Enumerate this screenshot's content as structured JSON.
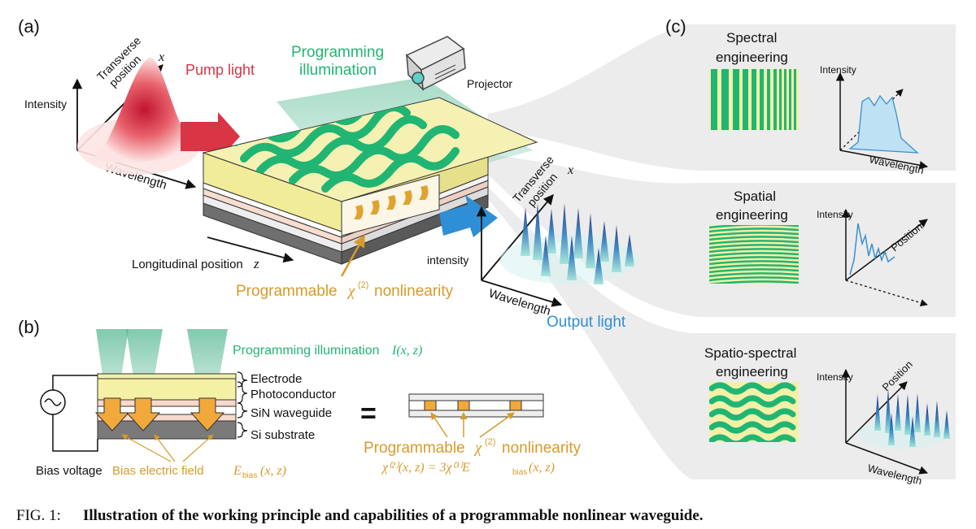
{
  "panel_a": {
    "tag": "(a)",
    "pump_axes": {
      "y_label": "Intensity",
      "x_label": "Wavelength",
      "z_label_1": "Transverse",
      "z_label_2": "position",
      "z_var": "x"
    },
    "pump_light": "Pump light",
    "programming_illumination_1": "Programming",
    "programming_illumination_2": "illumination",
    "projector": "Projector",
    "longitudinal": "Longitudinal position",
    "longitudinal_var": "z",
    "programmable": "Programmable",
    "chi2": "χ",
    "chi2_sup": "(2)",
    "nonlinearity": "nonlinearity",
    "output_axes": {
      "y_label": "intensity",
      "x_label": "Wavelength",
      "z_label_1": "Transverse",
      "z_label_2": "position",
      "z_var": "x"
    },
    "output_light": "Output light"
  },
  "panel_b": {
    "tag": "(b)",
    "programming_illumination": "Programming illumination",
    "programming_illumination_math": "I(x, z)",
    "layers": {
      "electrode": "Electrode",
      "photoconductor": "Photoconductor",
      "sin": "SiN waveguide",
      "si": "Si substrate"
    },
    "bias_voltage": "Bias voltage",
    "bias_field": "Bias electric field",
    "bias_field_math": "E",
    "bias_field_sub": "bias",
    "bias_field_args": "(x, z)",
    "equals": "=",
    "programmable": "Programmable",
    "chi2": "χ",
    "chi2_sup": "(2)",
    "nonlinearity": "nonlinearity",
    "equation": "χ⁽²⁾(x, z) = 3χ⁽³⁾E",
    "equation_sub": "bias",
    "equation_end": "(x, z)"
  },
  "panel_c": {
    "tag": "(c)",
    "spectral": {
      "title_1": "Spectral",
      "title_2": "engineering",
      "y_label": "Intensity",
      "x_label": "Wavelength"
    },
    "spatial": {
      "title_1": "Spatial",
      "title_2": "engineering",
      "y_label": "Intensity",
      "z_label": "Position"
    },
    "spatiospectral": {
      "title_1": "Spatio-spectral",
      "title_2": "engineering",
      "y_label": "Intensity",
      "z_label": "Position",
      "x_label": "Wavelength"
    }
  },
  "caption": {
    "prefix": "FIG. 1:",
    "text": "Illustration of the working principle and capabilities of a programmable nonlinear waveguide."
  },
  "colors": {
    "green": "#21b573",
    "orange": "#d89a2a",
    "red": "#d93545",
    "blue": "#2f8fd6",
    "yellow": "#f3f0a8",
    "panel_gray": "#ececec"
  }
}
